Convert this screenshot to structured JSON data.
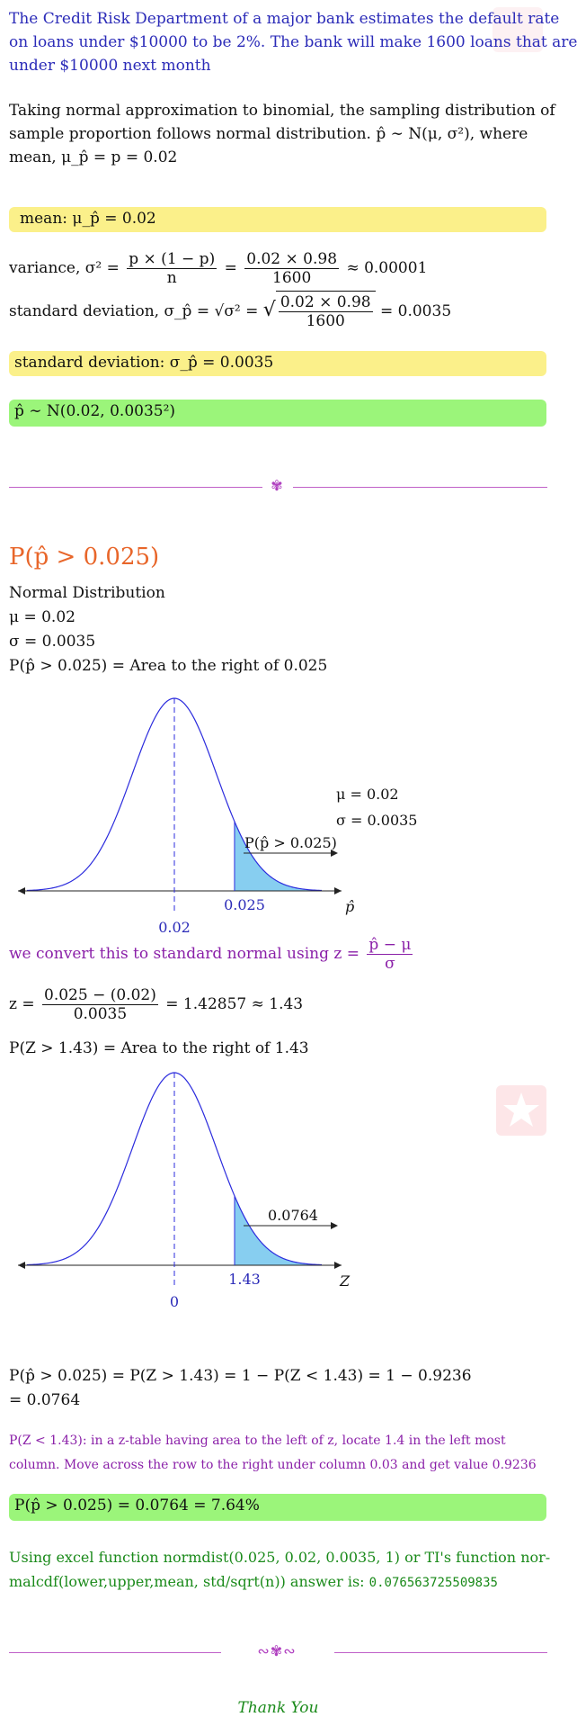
{
  "intro": {
    "line1": "The Credit Risk Department of a major bank estimates the default rate",
    "line2": "on loans under $10000 to be 2%. The bank will make 1600 loans that are",
    "line3": "under $10000 next month"
  },
  "approx": {
    "line1": "Taking normal approximation to binomial, the sampling distribution of",
    "line2": "sample proportion follows normal distribution. p̂ ∼ N(μ, σ²), where",
    "line3": "mean, μ_p̂ = p = 0.02"
  },
  "mean_box": "mean:  μ_p̂ = 0.02",
  "variance": {
    "lhs": "variance, σ² =",
    "frac1_num": "p × (1 − p)",
    "frac1_den": "n",
    "eq": "=",
    "frac2_num": "0.02 × 0.98",
    "frac2_den": "1600",
    "result": "≈ 0.00001"
  },
  "sd": {
    "lhs": "standard deviation, σ_p̂ = √σ² =",
    "frac_num": "0.02 × 0.98",
    "frac_den": "1600",
    "result": "= 0.0035"
  },
  "sd_box": "standard deviation:  σ_p̂ = 0.0035",
  "dist_box": "p̂ ∼ N(0.02, 0.0035²)",
  "section_title": "P(p̂ > 0.025)",
  "given": {
    "line1": "Normal Distribution",
    "line2": "μ = 0.02",
    "line3": "σ = 0.0035",
    "line4": "P(p̂ > 0.025) = Area to the right of 0.025"
  },
  "chart_data": [
    {
      "type": "area",
      "distribution": "normal",
      "mean": 0.02,
      "sd": 0.0035,
      "shaded_from": 0.025,
      "shaded_side": "right",
      "x_ticks": [
        "0.02",
        "0.025"
      ],
      "xlabel": "p̂",
      "annotations": [
        "μ = 0.02",
        "σ = 0.0035",
        "P(p̂ > 0.025)"
      ],
      "shade_color": "#87cef0"
    },
    {
      "type": "area",
      "distribution": "standard normal",
      "mean": 0,
      "sd": 1,
      "shaded_from": 1.43,
      "shaded_side": "right",
      "x_ticks": [
        "0",
        "1.43"
      ],
      "xlabel": "Z",
      "annotations": [
        "0.0764"
      ],
      "shade_color": "#87cef0"
    }
  ],
  "convert": {
    "text": "we convert this to standard normal using",
    "z_lhs": "z =",
    "num": "p̂ − μ",
    "den": "σ"
  },
  "zcalc": {
    "lhs": "z =",
    "num": "0.025 − (0.02)",
    "den": "0.0035",
    "result": "= 1.42857 ≈ 1.43"
  },
  "zarea": "P(Z > 1.43) = Area to the right of 1.43",
  "prob": {
    "line1": "P(p̂ > 0.025) = P(Z > 1.43) = 1 − P(Z < 1.43) = 1 − 0.9236",
    "line2": "= 0.0764"
  },
  "ztable": {
    "line1": "P(Z < 1.43):  in a z-table having area to the left of z, locate 1.4 in the left most",
    "line2": "column. Move across the row to the right under column 0.03 and get value 0.9236"
  },
  "answer_box": "P(p̂ > 0.025) = 0.0764 = 7.64%",
  "excel": {
    "line1": "Using excel function normdist(0.025, 0.02, 0.0035, 1) or TI's function nor-",
    "line2": "malcdf(lower,upper,mean, std/sqrt(n)) answer is:",
    "value": "0.076563725509835"
  },
  "thanks": "Thank You",
  "colors": {
    "blue": "#2b2bb8",
    "purple": "#8a1fa8",
    "green": "#1a8a1a",
    "title_orange": "#e8662a",
    "yellow_box": "#fbf08a",
    "green_box": "#9bf57a",
    "divider": "#c060c8"
  },
  "icons": [
    "divider-flower-icon",
    "divider-ornament-icon",
    "watermark-star-icon"
  ]
}
